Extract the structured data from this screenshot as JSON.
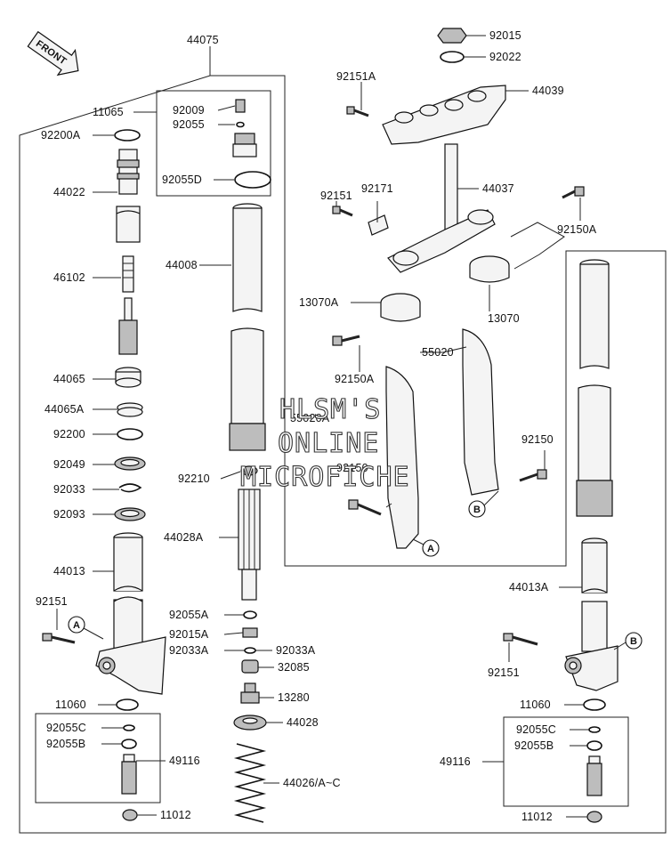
{
  "front_arrow": {
    "label": "FRONT"
  },
  "watermark": {
    "line1": "HLSM'S",
    "line2": "ONLINE",
    "line3": "MICROFICHE"
  },
  "callouts": {
    "a": "A",
    "b": "B"
  },
  "parts": {
    "p44075": "44075",
    "p11065": "11065",
    "p92009": "92009",
    "p92055": "92055",
    "p92055D": "92055D",
    "p92200A": "92200A",
    "p44022": "44022",
    "p44008": "44008",
    "p46102": "46102",
    "p44065": "44065",
    "p44065A": "44065A",
    "p92200": "92200",
    "p92049": "92049",
    "p92033": "92033",
    "p92093": "92093",
    "p92210": "92210",
    "p44028A": "44028A",
    "p44013": "44013",
    "p92151_left": "92151",
    "p92055A": "92055A",
    "p92015A": "92015A",
    "p92033A_left": "92033A",
    "p92033A_right": "92033A",
    "p32085": "32085",
    "p13280": "13280",
    "p11060_left": "11060",
    "p44028": "44028",
    "p92055C_left": "92055C",
    "p92055B_left": "92055B",
    "p49116_left": "49116",
    "p44026": "44026/A~C",
    "p11012_left": "11012",
    "p92015": "92015",
    "p92022": "92022",
    "p92151A": "92151A",
    "p44039": "44039",
    "p92151_top": "92151",
    "p92171": "92171",
    "p44037": "44037",
    "p92150A_top": "92150A",
    "p13070A": "13070A",
    "p13070": "13070",
    "p55020": "55020",
    "p92150A_mid": "92150A",
    "p55020A": "55020A",
    "p92150_center": "92150",
    "p92150_right": "92150",
    "p44013A": "44013A",
    "p92151_right": "92151",
    "p11060_right": "11060",
    "p92055C_right": "92055C",
    "p92055B_right": "92055B",
    "p49116_right": "49116",
    "p11012_right": "11012"
  }
}
